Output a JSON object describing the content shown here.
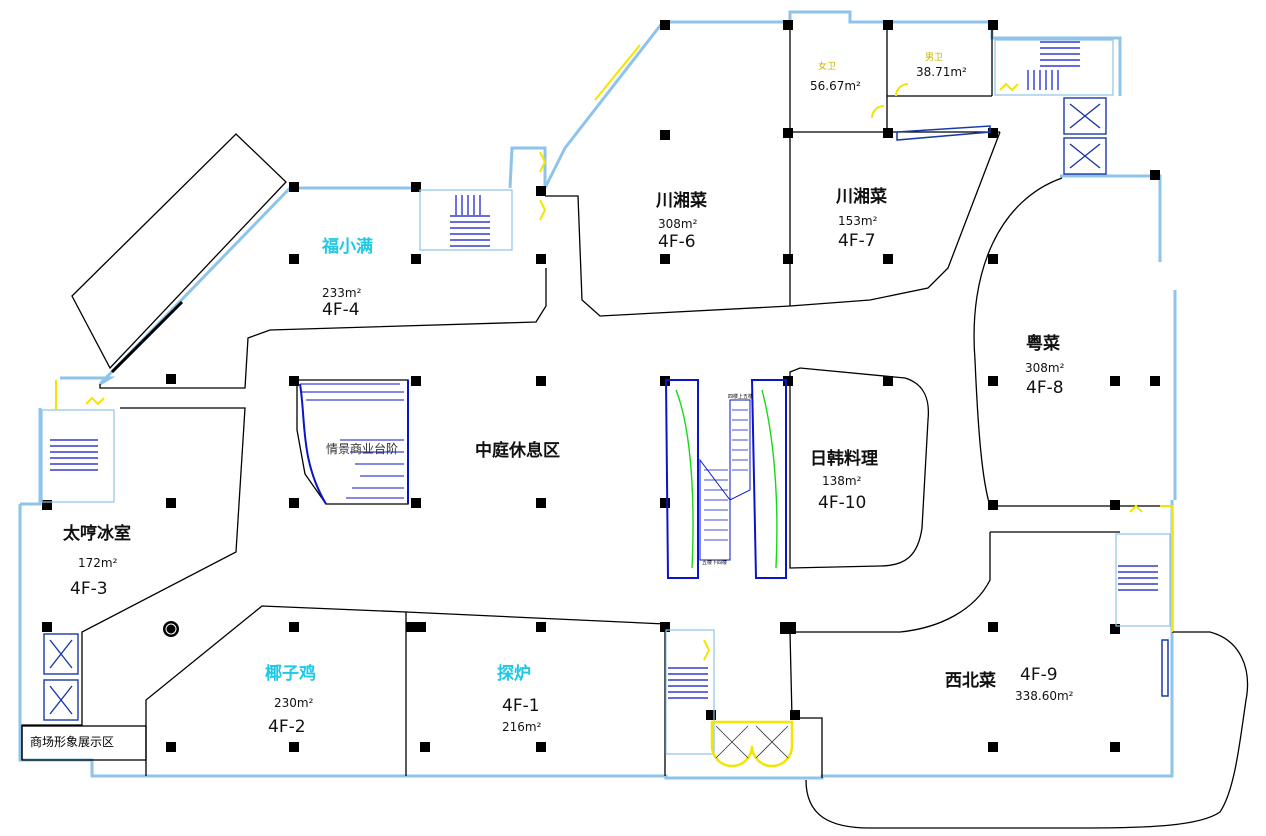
{
  "units": [
    {
      "id": "4f-1",
      "name": "探炉",
      "name_color": "cyan",
      "code": "4F-1",
      "area": "216m²"
    },
    {
      "id": "4f-2",
      "name": "椰子鸡",
      "name_color": "cyan",
      "code": "4F-2",
      "area": "230m²"
    },
    {
      "id": "4f-3",
      "name": "太哼冰室",
      "name_color": "black",
      "code": "4F-3",
      "area": "172m²"
    },
    {
      "id": "4f-4",
      "name": "福小满",
      "name_color": "cyan",
      "code": "4F-4",
      "area": "233m²"
    },
    {
      "id": "4f-6",
      "name": "川湘菜",
      "name_color": "black",
      "code": "4F-6",
      "area": "308m²"
    },
    {
      "id": "4f-7",
      "name": "川湘菜",
      "name_color": "black",
      "code": "4F-7",
      "area": "153m²"
    },
    {
      "id": "4f-8",
      "name": "粤菜",
      "name_color": "black",
      "code": "4F-8",
      "area": "308m²"
    },
    {
      "id": "4f-9",
      "name": "西北菜",
      "name_color": "black",
      "code": "4F-9",
      "area": "338.60m²"
    },
    {
      "id": "4f-10",
      "name": "日韩料理",
      "name_color": "black",
      "code": "4F-10",
      "area": "138m²"
    }
  ],
  "small_rooms": [
    {
      "id": "restroom-women",
      "name": "女卫",
      "area": "56.67m²"
    },
    {
      "id": "restroom-men",
      "name": "男卫",
      "area": "38.71m²"
    }
  ],
  "zones": {
    "atrium": "中庭休息区",
    "scenic_stair": "情景商业台阶",
    "display": "商场形象展示区"
  },
  "escalator": {
    "up_label": "四楼上五楼",
    "down_label": "五楼下四楼"
  },
  "colors": {
    "wall": "#000000",
    "outer_wall": "#8ec3ea",
    "stair": "#0a14c8",
    "door": "#f2e600",
    "escalator_line": "#18d818",
    "cyan_text": "#1ec8e6",
    "elevator": "#1a3aa8"
  }
}
